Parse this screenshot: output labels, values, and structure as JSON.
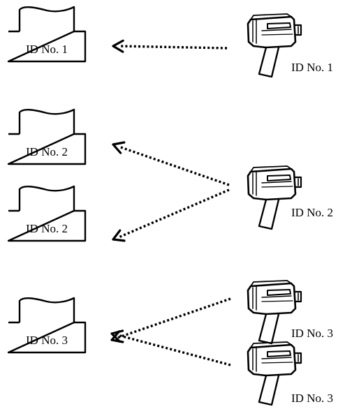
{
  "receivers": [
    {
      "label": "ID No. 1"
    },
    {
      "label": "ID No. 2"
    },
    {
      "label": "ID No. 2"
    },
    {
      "label": "ID No. 3"
    }
  ],
  "scanners": [
    {
      "label": "ID No. 1"
    },
    {
      "label": "ID No. 2"
    },
    {
      "label": "ID No. 3"
    },
    {
      "label": "ID No. 3"
    }
  ],
  "colors": {
    "ink": "#000000",
    "background": "#ffffff"
  },
  "icons": {
    "receiver": "receiver-unit-icon",
    "scanner": "handheld-scanner-icon",
    "signal": "dotted-arrow"
  }
}
